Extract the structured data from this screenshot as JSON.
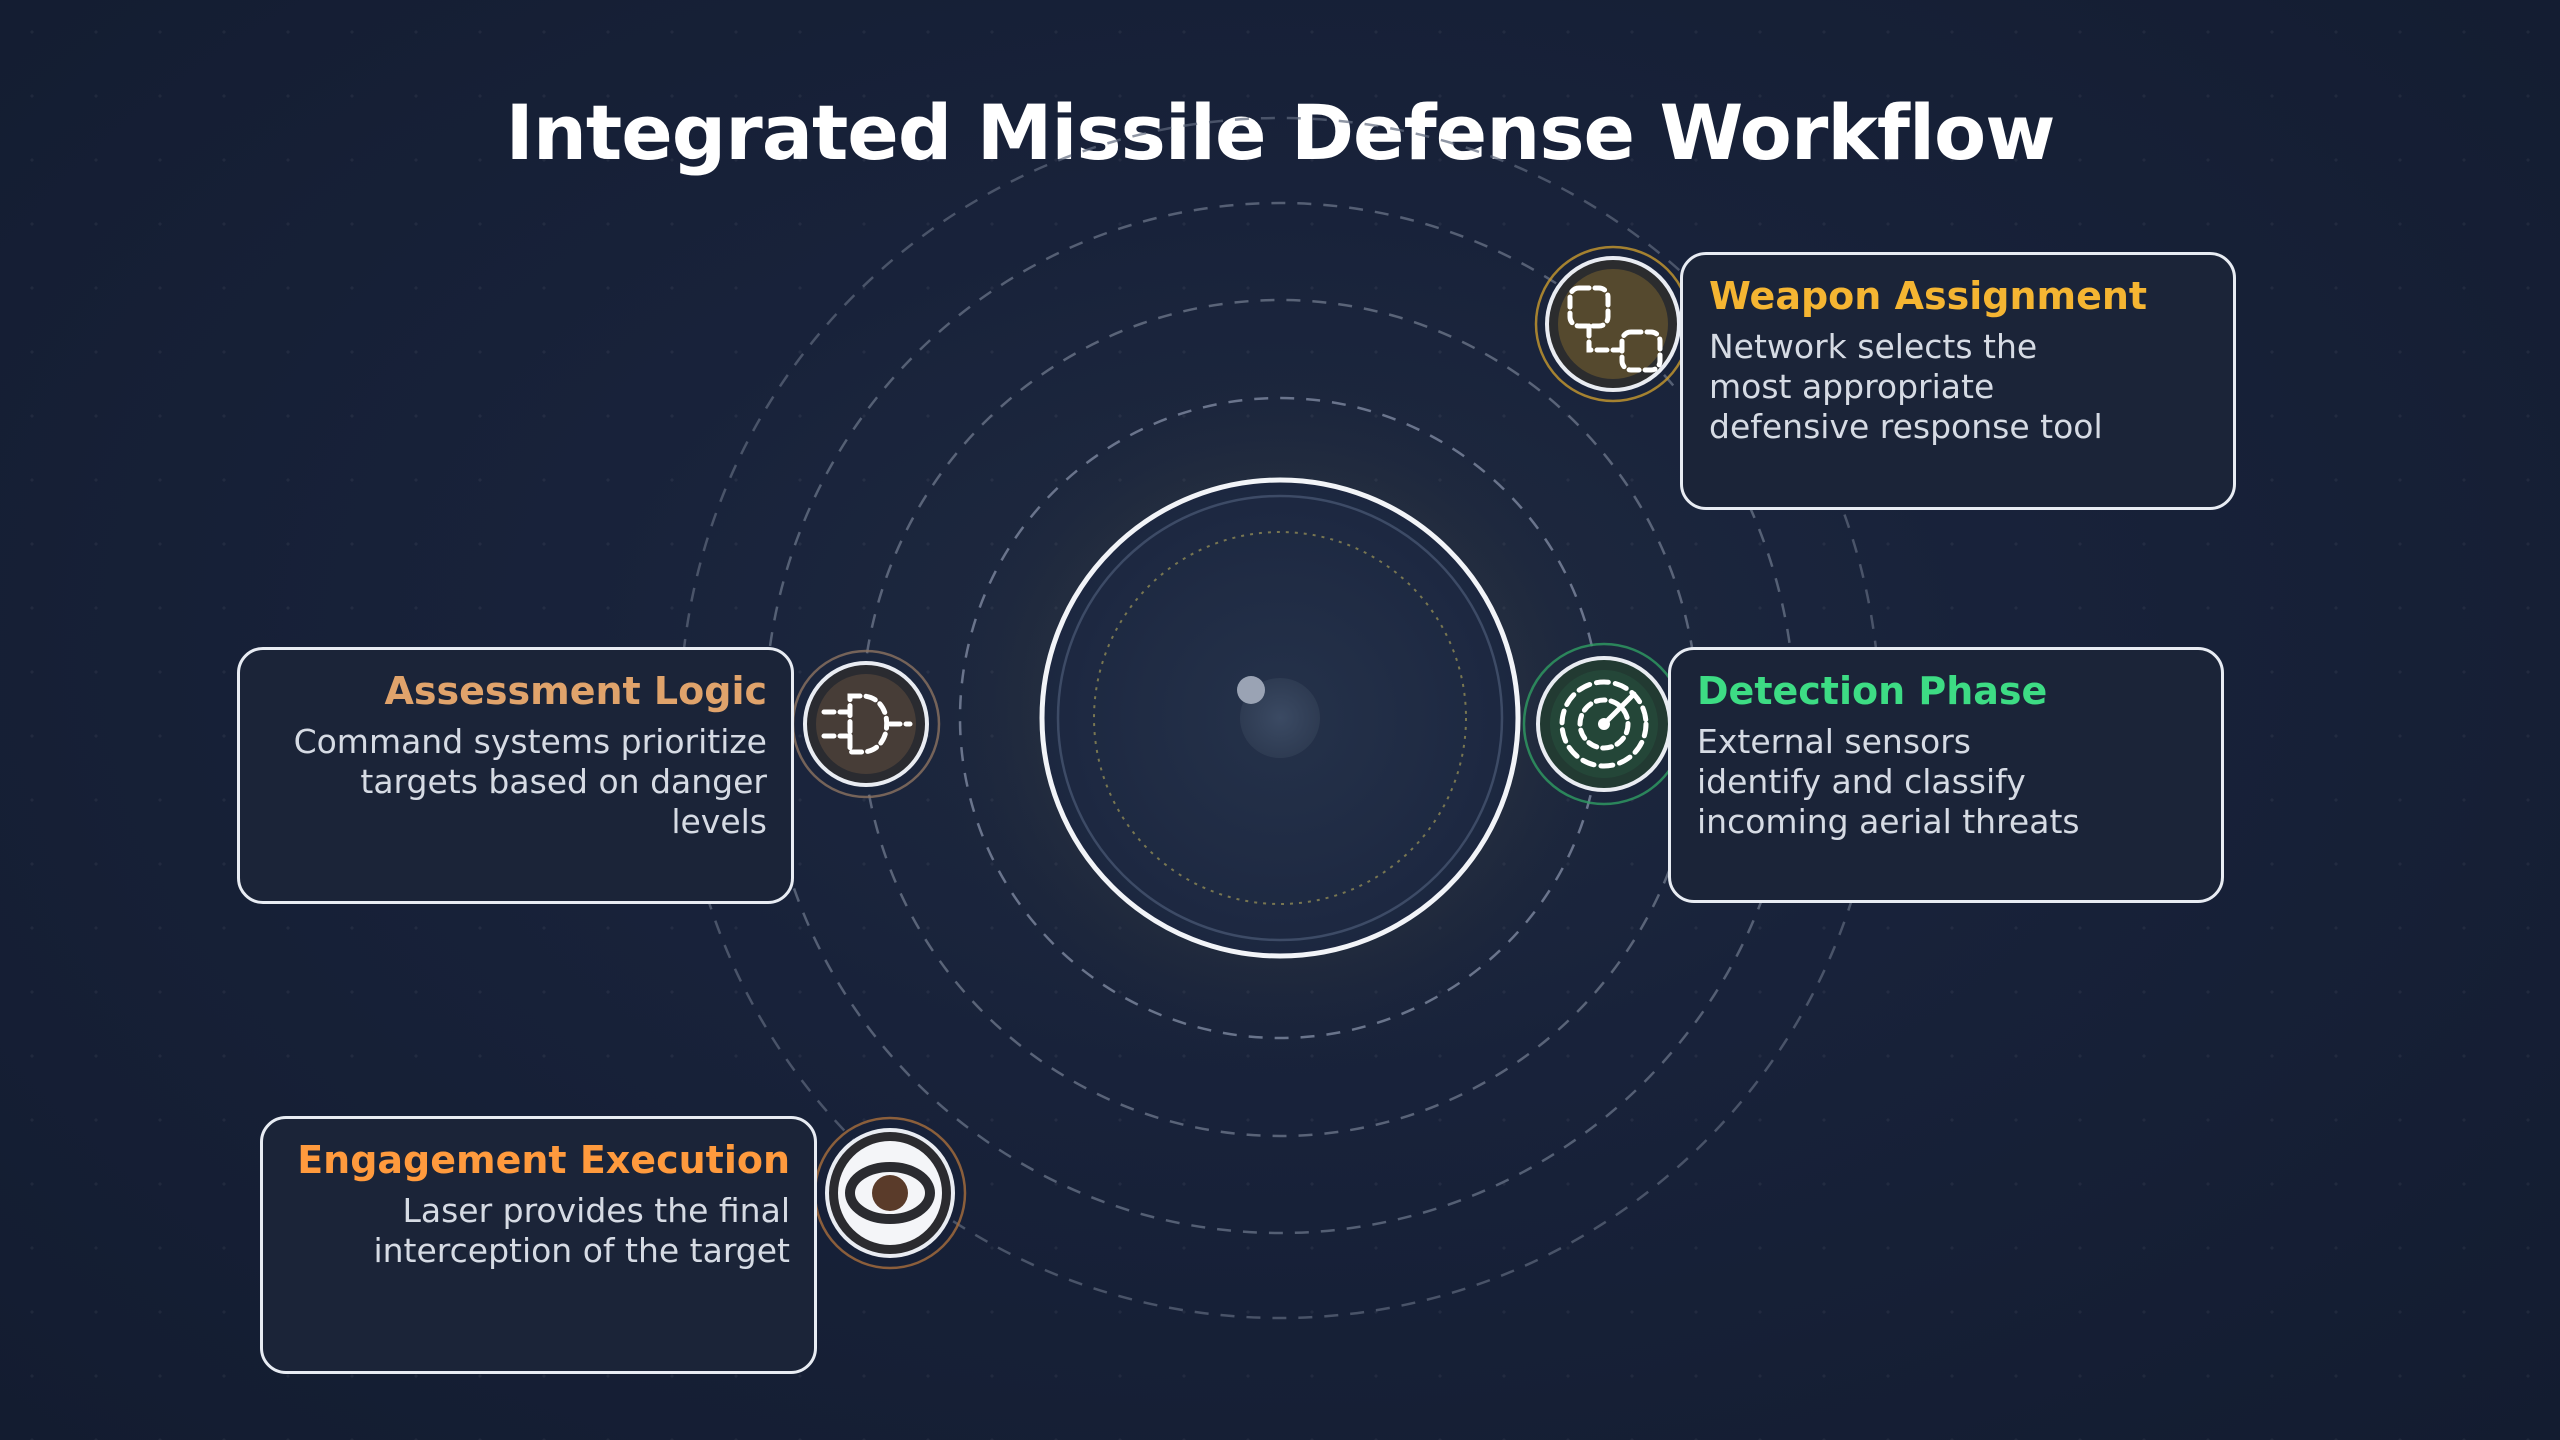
{
  "title": "Integrated Missile Defense Workflow",
  "colors": {
    "weapon": "#f5b532",
    "detection": "#3ddc84",
    "assessment": "#e0a36b",
    "engagement": "#ff9a3d"
  },
  "steps": {
    "weapon": {
      "title": "Weapon Assignment",
      "description": "Network selects the most appropriate defensive response tool",
      "icon": "network-nodes-icon"
    },
    "detection": {
      "title": "Detection Phase",
      "description": "External sensors identify and classify incoming aerial threats",
      "icon": "radar-icon"
    },
    "assessment": {
      "title": "Assessment Logic",
      "description": "Command systems prioritize targets based on danger levels",
      "icon": "logic-gate-icon"
    },
    "engagement": {
      "title": "Engagement Execution",
      "description": "Laser provides the final interception of the target",
      "icon": "lens-target-icon"
    }
  }
}
